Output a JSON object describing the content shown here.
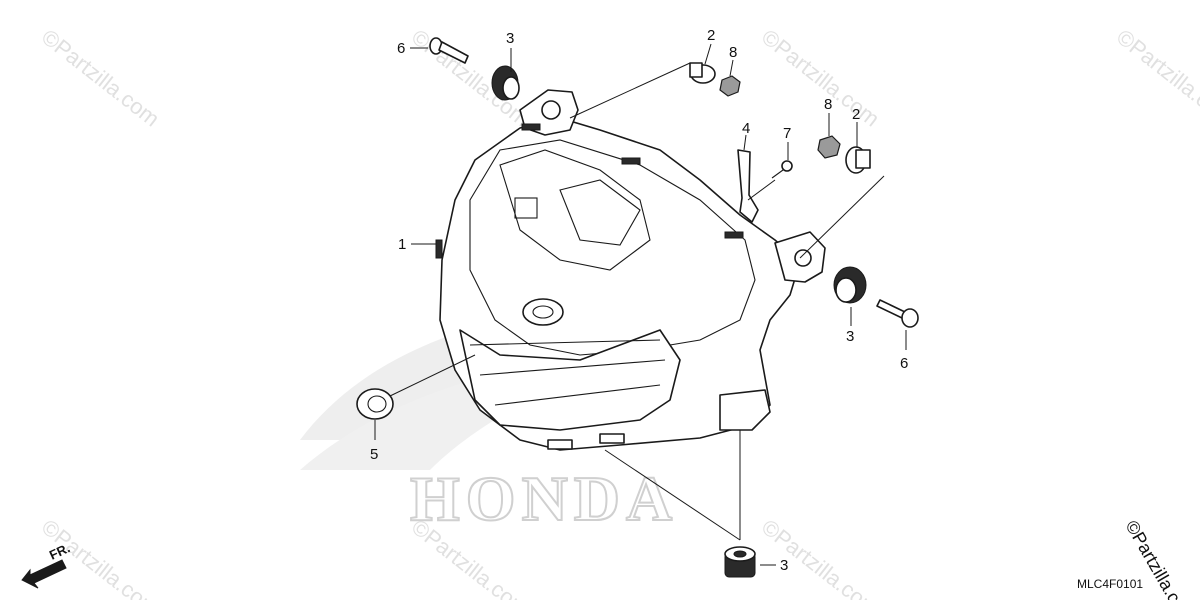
{
  "diagram": {
    "callouts": [
      {
        "id": "c1",
        "text": "1",
        "part": "headlight-assembly"
      },
      {
        "id": "c2a",
        "text": "2",
        "part": "collar"
      },
      {
        "id": "c2b",
        "text": "2",
        "part": "collar"
      },
      {
        "id": "c3a",
        "text": "3",
        "part": "grommet"
      },
      {
        "id": "c3b",
        "text": "3",
        "part": "grommet"
      },
      {
        "id": "c3c",
        "text": "3",
        "part": "grommet"
      },
      {
        "id": "c4",
        "text": "4",
        "part": "bracket"
      },
      {
        "id": "c5",
        "text": "5",
        "part": "grommet"
      },
      {
        "id": "c6a",
        "text": "6",
        "part": "bolt"
      },
      {
        "id": "c6b",
        "text": "6",
        "part": "bolt"
      },
      {
        "id": "c7",
        "text": "7",
        "part": "screw"
      },
      {
        "id": "c8a",
        "text": "8",
        "part": "nut"
      },
      {
        "id": "c8b",
        "text": "8",
        "part": "nut"
      }
    ],
    "diagram_code": "MLC4F0101",
    "direction_marker": "FR.",
    "background_logo": "HONDA",
    "watermark": "©Partzilla.com",
    "corner_watermark": "©Partzilla.com"
  }
}
